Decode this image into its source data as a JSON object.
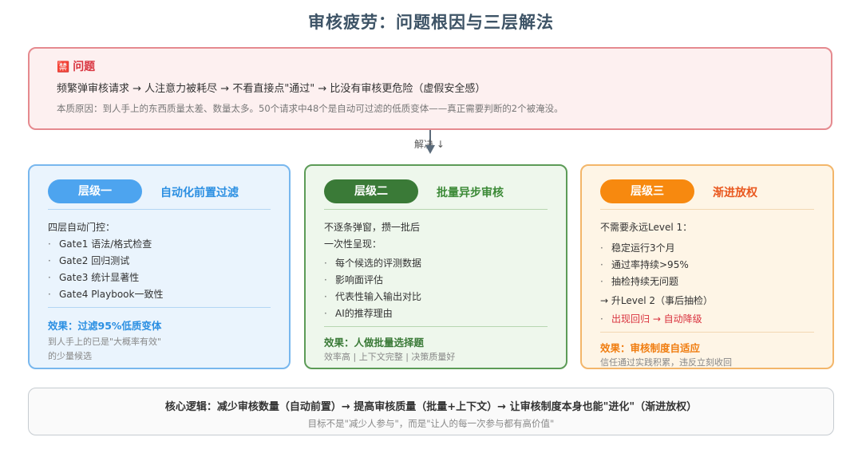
{
  "title": "审核疲劳：问题根因与三层解法",
  "problem": {
    "icon": "🈲",
    "heading": "问题",
    "line1": "频繁弹审核请求 → 人注意力被耗尽 → 不看直接点\"通过\" → 比没有审核更危险（虚假安全感）",
    "line2": "本质原因：到人手上的东西质量太差、数量太多。50个请求中48个是自动可过滤的低质变体——真正需要判断的2个被淹没。"
  },
  "arrow_label": "解决 ↓",
  "cards": [
    {
      "pill": "层级一",
      "title": "自动化前置过滤",
      "intro": "四层自动门控：",
      "bullets": [
        "Gate1 语法/格式检查",
        "Gate2 回归测试",
        "Gate3 统计显著性",
        "Gate4 Playbook一致性"
      ],
      "effect": "效果：过滤95%低质变体",
      "sub1": "到人手上的已是\"大概率有效\"",
      "sub2": "的少量候选"
    },
    {
      "pill": "层级二",
      "title": "批量异步审核",
      "intro1": "不逐条弹窗，攒一批后",
      "intro2": "一次性呈现：",
      "bullets": [
        "每个候选的评测数据",
        "影响面评估",
        "代表性输入输出对比",
        "AI的推荐理由"
      ],
      "effect": "效果：人做批量选择题",
      "sub1": "效率高 | 上下文完整 | 决策质量好"
    },
    {
      "pill": "层级三",
      "title": "渐进放权",
      "intro": "不需要永远Level 1：",
      "bullets": [
        "稳定运行3个月",
        "通过率持续>95%",
        "抽检持续无问题"
      ],
      "upgrade": "→ 升Level 2（事后抽检）",
      "downgrade": "出现回归 → 自动降级",
      "effect": "效果：审核制度自适应",
      "sub1": "信任通过实践积累，违反立刻收回"
    }
  ],
  "core": {
    "line1": "核心逻辑：减少审核数量（自动前置）→ 提高审核质量（批量+上下文）→ 让审核制度本身也能\"进化\"（渐进放权）",
    "line2": "目标不是\"减少人参与\"，而是\"让人的每一次参与都有高价值\""
  }
}
